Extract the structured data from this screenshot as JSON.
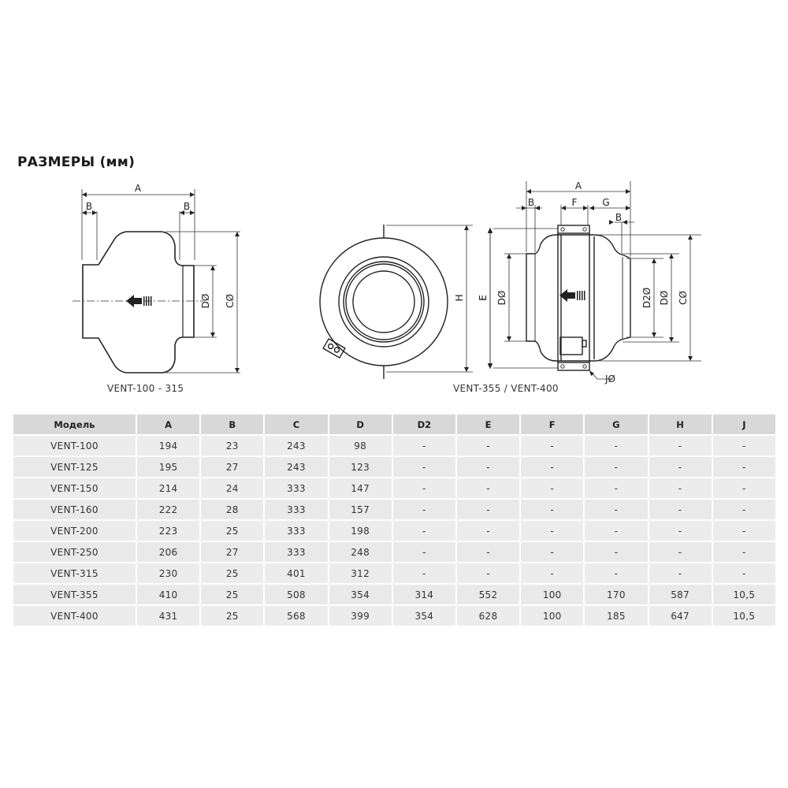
{
  "page": {
    "title": "РАЗМЕРЫ (мм)"
  },
  "drawings": {
    "small": {
      "caption": "VENT-100 - 315",
      "labels": {
        "a": "A",
        "b_left": "B",
        "b_right": "B",
        "d": "DØ",
        "c": "CØ"
      }
    },
    "front": {
      "labels": {
        "h": "H",
        "e": "E"
      }
    },
    "large": {
      "caption": "VENT-355 / VENT-400",
      "labels": {
        "a": "A",
        "b_left": "B",
        "f": "F",
        "g": "G",
        "b_right": "B",
        "e": "E",
        "d_left": "DØ",
        "d2": "D2Ø",
        "d_right": "DØ",
        "c": "CØ",
        "j": "JØ"
      }
    }
  },
  "table": {
    "headers": [
      "Модель",
      "A",
      "B",
      "C",
      "D",
      "D2",
      "E",
      "F",
      "G",
      "H",
      "J"
    ],
    "rows": [
      [
        "VENT-100",
        "194",
        "23",
        "243",
        "98",
        "-",
        "-",
        "-",
        "-",
        "-",
        "-"
      ],
      [
        "VENT-125",
        "195",
        "27",
        "243",
        "123",
        "-",
        "-",
        "-",
        "-",
        "-",
        "-"
      ],
      [
        "VENT-150",
        "214",
        "24",
        "333",
        "147",
        "-",
        "-",
        "-",
        "-",
        "-",
        "-"
      ],
      [
        "VENT-160",
        "222",
        "28",
        "333",
        "157",
        "-",
        "-",
        "-",
        "-",
        "-",
        "-"
      ],
      [
        "VENT-200",
        "223",
        "25",
        "333",
        "198",
        "-",
        "-",
        "-",
        "-",
        "-",
        "-"
      ],
      [
        "VENT-250",
        "206",
        "27",
        "333",
        "248",
        "-",
        "-",
        "-",
        "-",
        "-",
        "-"
      ],
      [
        "VENT-315",
        "230",
        "25",
        "401",
        "312",
        "-",
        "-",
        "-",
        "-",
        "-",
        "-"
      ],
      [
        "VENT-355",
        "410",
        "25",
        "508",
        "354",
        "314",
        "552",
        "100",
        "170",
        "587",
        "10,5"
      ],
      [
        "VENT-400",
        "431",
        "25",
        "568",
        "399",
        "354",
        "628",
        "100",
        "185",
        "647",
        "10,5"
      ]
    ]
  },
  "colors": {
    "header_bg": "#d8d8d8",
    "cell_bg": "#ececec",
    "line": "#222222"
  }
}
